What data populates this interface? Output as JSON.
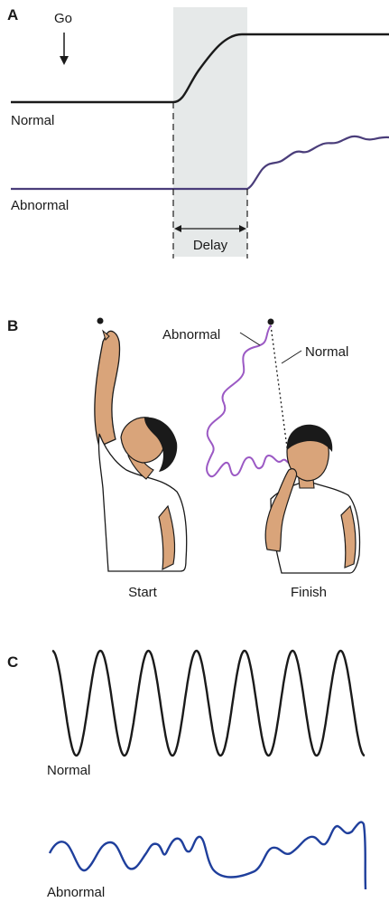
{
  "panel_a": {
    "letter": "A",
    "go_label": "Go",
    "normal_label": "Normal",
    "abnormal_label": "Abnormal",
    "delay_label": "Delay"
  },
  "panel_b": {
    "letter": "B",
    "abnormal_label": "Abnormal",
    "normal_label": "Normal",
    "start_label": "Start",
    "finish_label": "Finish"
  },
  "panel_c": {
    "letter": "C",
    "normal_label": "Normal",
    "abnormal_label": "Abnormal"
  },
  "colors": {
    "normal_trace": "#1a1a1a",
    "abnormal_trace_a": "#4a3d7a",
    "abnormal_path_b": "#9b59c4",
    "abnormal_trace_c": "#1f3f9c",
    "delay_band": "#e6e9e9",
    "skin": "#d9a47a",
    "hair": "#1a1a1a"
  }
}
